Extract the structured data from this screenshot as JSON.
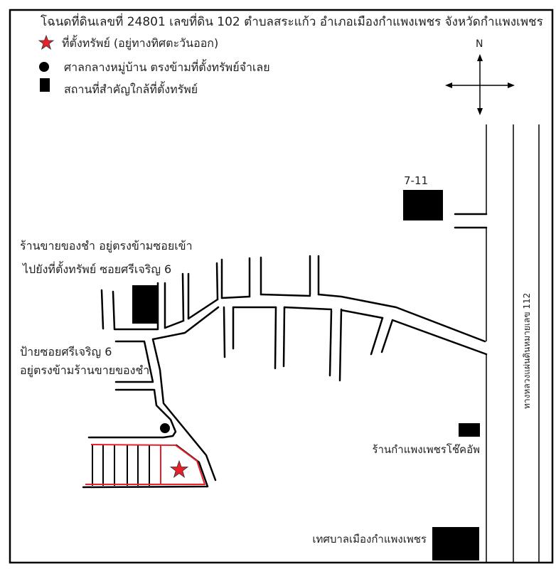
{
  "title": "โฉนดที่ดินเลขที่ 24801 เลขที่ดิน 102 ตำบลสระแก้ว อำเภอเมืองกำแพงเพชร จังหวัดกำแพงเพชร",
  "legend": [
    {
      "icon": "star-icon",
      "label": "ที่ตั้งทรัพย์ (อยู่ทางทิศตะวันออก)"
    },
    {
      "icon": "circle-icon",
      "label": "ศาลกลางหมู่บ้าน ตรงข้ามที่ตั้งทรัพย์จำเลย"
    },
    {
      "icon": "square-icon",
      "label": "สถานที่สำคัญใกล้ที่ตั้งทรัพย์"
    }
  ],
  "compass": {
    "north": "N"
  },
  "labels": {
    "seven_eleven": "7-11",
    "grocery_line1": "ร้านขายของชำ อยู่ตรงข้ามซอยเข้า",
    "grocery_line2": "ไปยังที่ตั้งทรัพย์ ซอยศรีเจริญ 6",
    "soi_sign_line1": "ป้ายซอยศรีเจริญ 6",
    "soi_sign_line2": "อยู่ตรงข้ามร้านขายของชำ",
    "shock_shop": "ร้านกำแพงเพชรโช๊คอัพ",
    "municipality": "เทศบาลเมืองกำแพงเพชร",
    "highway": "ทางหลวงแผ่นดินหมายเลข 112"
  },
  "colors": {
    "star": "#e8202a",
    "parcel": "#e8202a",
    "landmark": "#000000"
  }
}
